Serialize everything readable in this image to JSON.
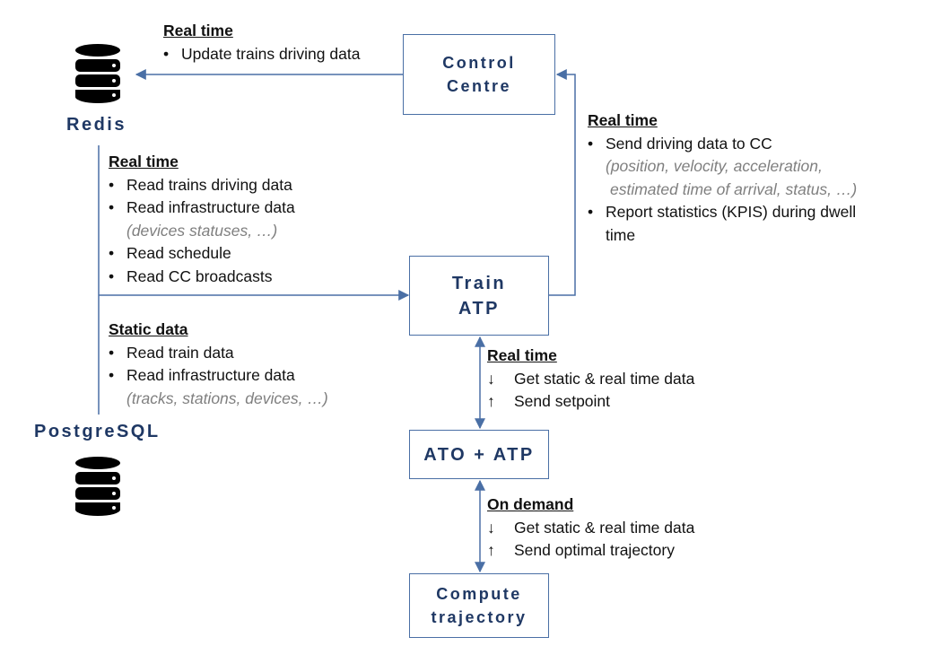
{
  "databases": {
    "redis": {
      "label": "Redis",
      "icon": "database-icon"
    },
    "postgres": {
      "label": "PostgreSQL",
      "icon": "database-icon"
    }
  },
  "boxes": {
    "control_centre": [
      "Control",
      "Centre"
    ],
    "train_atp": [
      "Train",
      "ATP"
    ],
    "ato_atp": [
      "ATO + ATP"
    ],
    "compute_trajectory": [
      "Compute",
      "trajectory"
    ]
  },
  "annotations": {
    "redis_update": {
      "heading": "Real time",
      "items": [
        "Update trains driving data"
      ]
    },
    "redis_read": {
      "heading": "Real time",
      "items": [
        "Read trains driving data",
        "Read infrastructure data",
        "Read schedule",
        "Read CC broadcasts"
      ],
      "note": "(devices statuses, …)"
    },
    "static": {
      "heading": "Static data",
      "items": [
        "Read train data",
        "Read infrastructure data"
      ],
      "note": "(tracks, stations, devices, …)"
    },
    "to_cc": {
      "heading": "Real time",
      "items": [
        "Send driving data to CC",
        "Report statistics (KPIS) during dwell",
        "time"
      ],
      "notes": [
        "(position, velocity, acceleration,",
        "estimated time of arrival, status, …)"
      ]
    },
    "atp_ato": {
      "heading": "Real time",
      "items": [
        "Get  static & real time data",
        "Send setpoint"
      ]
    },
    "ato_compute": {
      "heading": "On demand",
      "items": [
        "Get  static & real time data",
        "Send optimal trajectory"
      ]
    },
    "arrows": {
      "down": "↓",
      "up": "↑",
      "bullet": "•"
    }
  },
  "colors": {
    "box_text": "#1f3864",
    "line": "#4a6fa5",
    "note": "#7f7f7f",
    "db_icon": "#000000"
  }
}
